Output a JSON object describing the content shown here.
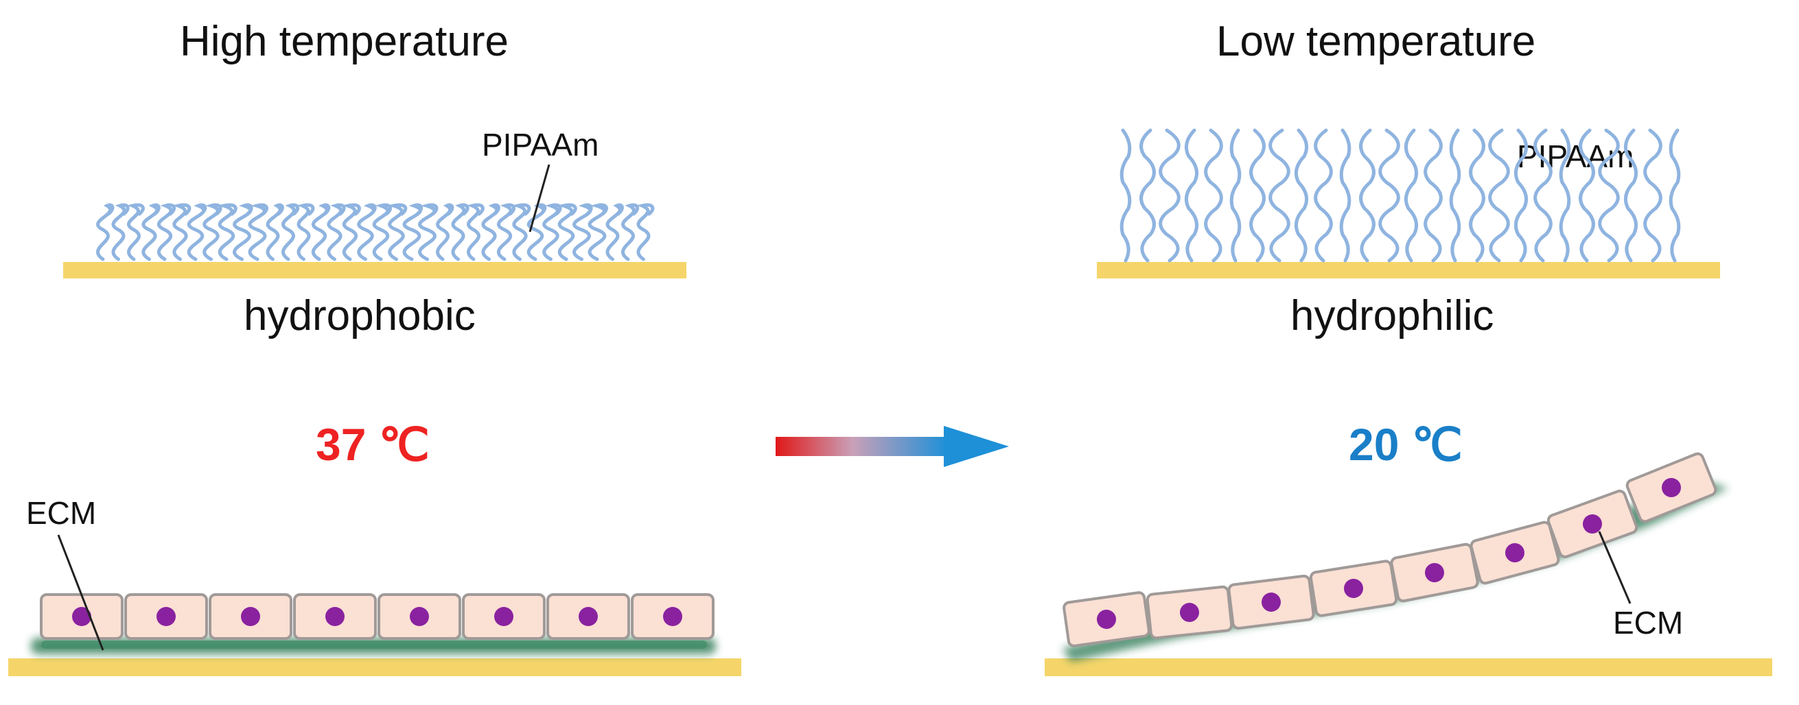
{
  "left_panel": {
    "title": "High temperature",
    "polymer_label": "PIPAAm",
    "surface_property": "hydrophobic",
    "temperature": "37 ℃",
    "ecm_label": "ECM",
    "temperature_color": "#ee2222"
  },
  "right_panel": {
    "title": "Low temperature",
    "polymer_label": "PIPAAm",
    "surface_property": "hydrophilic",
    "temperature": "20 ℃",
    "ecm_label": "ECM",
    "temperature_color": "#1a7fc8"
  },
  "colors": {
    "substrate": "#f5d56a",
    "polymer": "#8fb4e0",
    "cell_fill": "#fbe0d4",
    "cell_border": "#a09a98",
    "nucleus": "#8a22a0",
    "ecm": "#2f7a55",
    "arrow_start": "#e01818",
    "arrow_end": "#1e90d8"
  },
  "icons": [
    "gradient-arrow-icon"
  ]
}
